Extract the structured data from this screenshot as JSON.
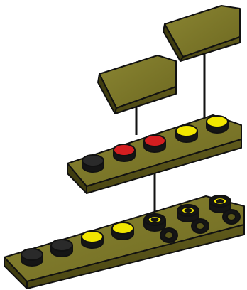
{
  "illustration": {
    "subject": "brick-build-step",
    "colors": {
      "brick_olive": "#6f6a22",
      "brick_olive_light": "#86812f",
      "brick_olive_dark": "#4f4b16",
      "outline": "#111111",
      "stud_black": "#1e1e1e",
      "stud_red": "#d41e20",
      "stud_yellow": "#f2e600",
      "connector_line": "#111111",
      "background": "#ffffff"
    },
    "parts": [
      {
        "name": "slope-1x2-left",
        "color": "olive"
      },
      {
        "name": "slope-1x2-right",
        "color": "olive"
      },
      {
        "name": "plate-1x6-middle",
        "studs": [
          "black",
          "red",
          "red",
          "yellow",
          "yellow"
        ]
      },
      {
        "name": "plate-1x8-bottom",
        "studs": [
          "black",
          "black",
          "yellow",
          "yellow",
          "black-ring",
          "black-ring",
          "black-ring"
        ]
      }
    ]
  }
}
